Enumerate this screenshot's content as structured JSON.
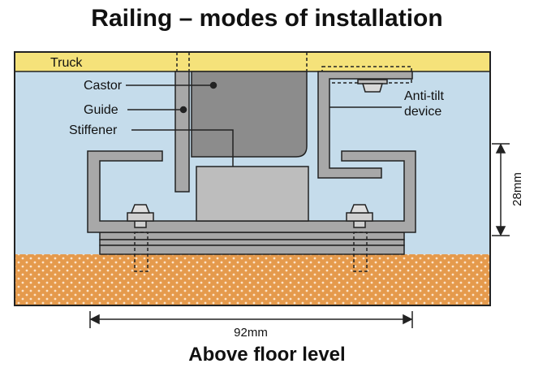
{
  "title": "Railing – modes of installation",
  "subtitle": "Above floor level",
  "labels": {
    "truck": "Truck",
    "castor": "Castor",
    "guide": "Guide",
    "stiffener": "Stiffener",
    "anti_tilt_line1": "Anti-tilt",
    "anti_tilt_line2": "device"
  },
  "dimensions": {
    "width": "92mm",
    "height": "28mm"
  },
  "colors": {
    "truck": "#f5e27a",
    "air": "#c5dceb",
    "floor": "#e59a4c",
    "steel": "#a8a8a8",
    "castor": "#8c8c8c",
    "stiffener": "#bdbdbd"
  }
}
